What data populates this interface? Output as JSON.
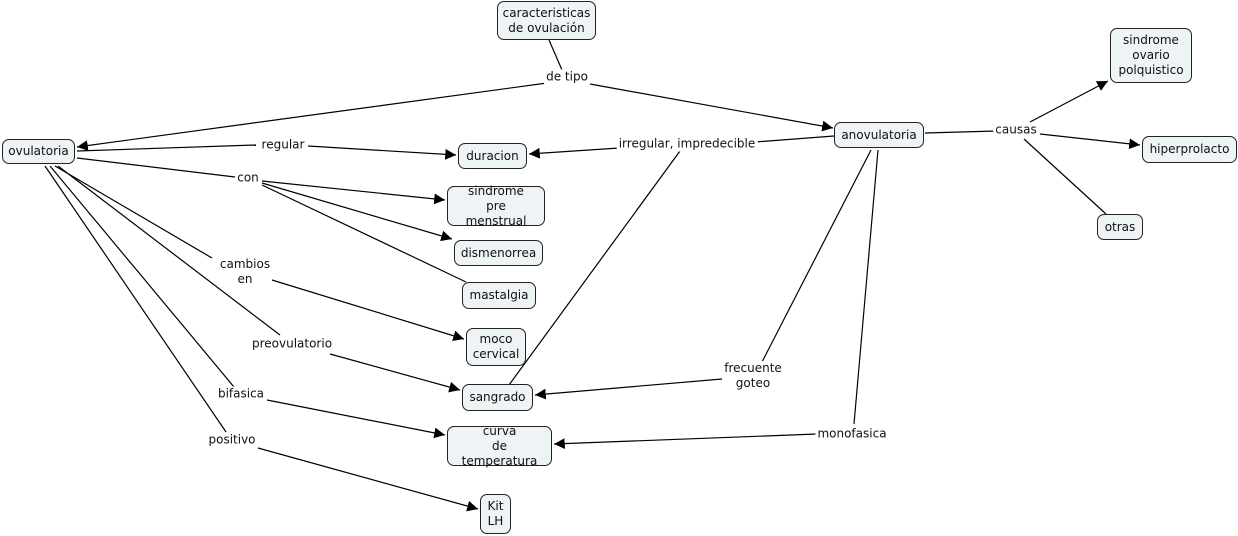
{
  "diagram": {
    "type": "concept-map",
    "nodes": [
      {
        "id": "caracteristicas",
        "text": "caracteristicas\nde ovulación"
      },
      {
        "id": "ovulatoria",
        "text": "ovulatoria"
      },
      {
        "id": "anovulatoria",
        "text": "anovulatoria"
      },
      {
        "id": "duracion",
        "text": "duracion"
      },
      {
        "id": "sindrome_pm",
        "text": "sindrome\npre menstrual"
      },
      {
        "id": "dismenorrea",
        "text": "dismenorrea"
      },
      {
        "id": "mastalgia",
        "text": "mastalgia"
      },
      {
        "id": "moco",
        "text": "moco\ncervical"
      },
      {
        "id": "sangrado",
        "text": "sangrado"
      },
      {
        "id": "curva",
        "text": "curva\nde temperatura"
      },
      {
        "id": "kit",
        "text": "Kit\nLH"
      },
      {
        "id": "sop",
        "text": "sindrome\novario\npolquistico"
      },
      {
        "id": "hiperprolacto",
        "text": "hiperprolacto"
      },
      {
        "id": "otras",
        "text": "otras"
      }
    ],
    "link_labels": [
      {
        "id": "de_tipo",
        "text": "de tipo"
      },
      {
        "id": "regular",
        "text": "regular"
      },
      {
        "id": "con",
        "text": "con"
      },
      {
        "id": "cambios_en",
        "text": "cambios\nen"
      },
      {
        "id": "preovulatorio",
        "text": "preovulatorio"
      },
      {
        "id": "bifasica",
        "text": "bifasica"
      },
      {
        "id": "positivo",
        "text": "positivo"
      },
      {
        "id": "irregular",
        "text": "irregular, impredecible"
      },
      {
        "id": "frecuente",
        "text": "frecuente\ngoteo"
      },
      {
        "id": "monofasica",
        "text": "monofasica"
      },
      {
        "id": "causas",
        "text": "causas"
      }
    ],
    "connections": [
      {
        "from": "caracteristicas",
        "via": "de_tipo",
        "to": [
          "ovulatoria",
          "anovulatoria"
        ]
      },
      {
        "from": "ovulatoria",
        "via": "regular",
        "to": [
          "duracion"
        ]
      },
      {
        "from": "ovulatoria",
        "via": "con",
        "to": [
          "sindrome_pm",
          "dismenorrea",
          "mastalgia"
        ]
      },
      {
        "from": "ovulatoria",
        "via": "cambios_en",
        "to": [
          "moco"
        ]
      },
      {
        "from": "ovulatoria",
        "via": "preovulatorio",
        "to": [
          "sangrado"
        ]
      },
      {
        "from": "ovulatoria",
        "via": "bifasica",
        "to": [
          "curva"
        ]
      },
      {
        "from": "ovulatoria",
        "via": "positivo",
        "to": [
          "kit"
        ]
      },
      {
        "from": "anovulatoria",
        "via": "irregular",
        "to": [
          "duracion",
          "sangrado"
        ]
      },
      {
        "from": "anovulatoria",
        "via": "frecuente",
        "to": [
          "sangrado"
        ]
      },
      {
        "from": "anovulatoria",
        "via": "monofasica",
        "to": [
          "curva"
        ]
      },
      {
        "from": "anovulatoria",
        "via": "causas",
        "to": [
          "sop",
          "hiperprolacto",
          "otras"
        ]
      }
    ]
  }
}
